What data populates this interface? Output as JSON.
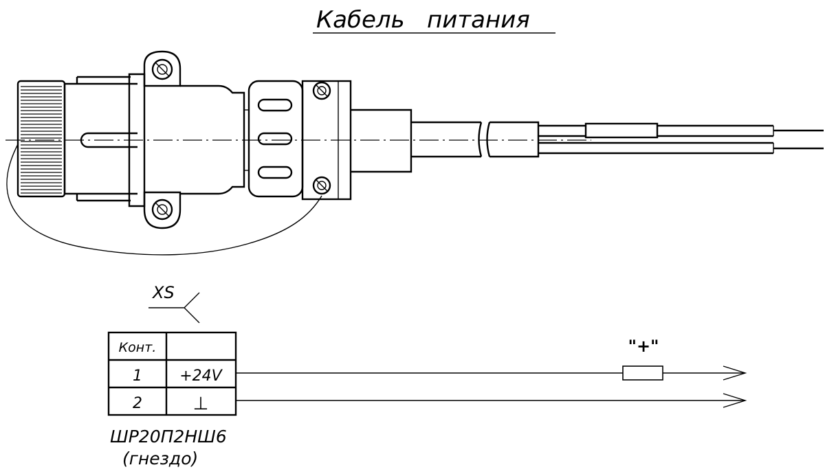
{
  "title": "Кабель   питания",
  "designator": "XS",
  "table": {
    "header": [
      "Конт.",
      ""
    ],
    "rows": [
      {
        "contact": "1",
        "signal": "+24V"
      },
      {
        "contact": "2",
        "signal": "⊥"
      }
    ]
  },
  "polarity_label": "\"+\"",
  "connector_type": "ШР20П2НШ6",
  "connector_kind": "(гнездо)",
  "colors": {
    "line": "#000000",
    "background": "#ffffff"
  }
}
